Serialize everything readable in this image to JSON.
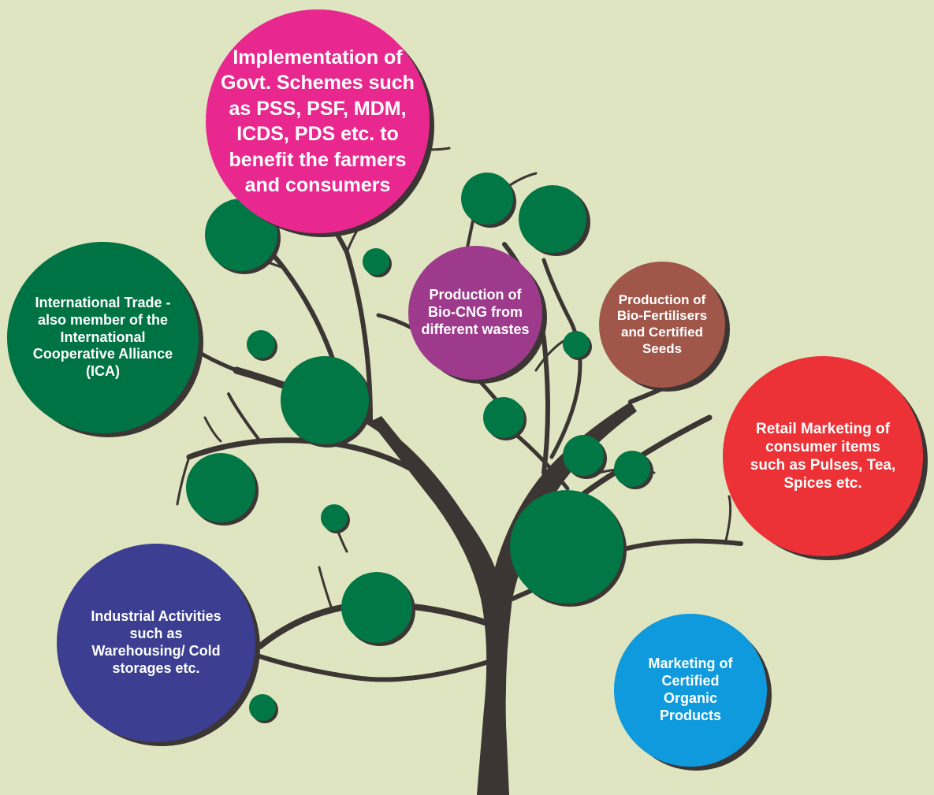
{
  "colors": {
    "background": "#dfe5c0",
    "trunk": "#3b3634",
    "leaf": "#007744",
    "govt": "#e9288f",
    "international": "#007344",
    "biocng": "#9d3a8c",
    "biofertilisers": "#a0574a",
    "retail": "#ec3237",
    "industrial": "#3b3e91",
    "organic": "#0f9ade"
  },
  "bubbles": {
    "govt": "Implementation of Govt. Schemes such as PSS, PSF, MDM, ICDS, PDS etc. to benefit the farmers and consumers",
    "international": "International Trade - also member of the International Cooperative Alliance (ICA)",
    "biocng": "Production of Bio-CNG from different wastes",
    "biofertilisers": "Production of Bio-Fertilisers and Certified Seeds",
    "retail": "Retail Marketing of consumer items such as Pulses, Tea, Spices etc.",
    "industrial": "Industrial Activities such as Warehousing/ Cold storages etc.",
    "organic": "Marketing of Certified Organic Products"
  }
}
